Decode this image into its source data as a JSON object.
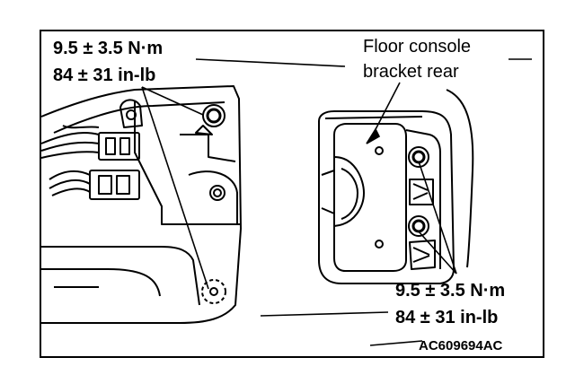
{
  "callouts": {
    "left_torque_nm": "9.5 ± 3.5 N·m",
    "left_torque_inlb": "84 ± 31 in-lb",
    "bracket_label_line1": "Floor console",
    "bracket_label_line2": "bracket rear",
    "right_torque_nm": "9.5 ± 3.5 N·m",
    "right_torque_inlb": "84 ± 31 in-lb"
  },
  "figure_id": "AC609694AC",
  "colors": {
    "ink": "#000000",
    "paper": "#ffffff"
  }
}
